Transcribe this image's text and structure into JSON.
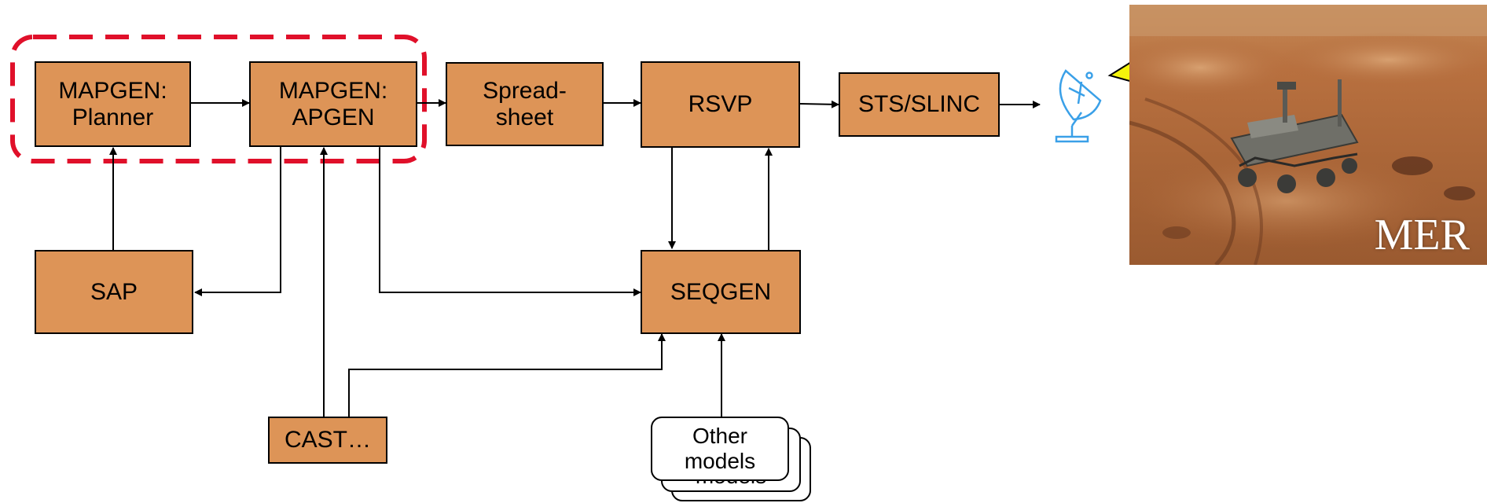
{
  "nodes": {
    "mapgen_planner": "MAPGEN:\nPlanner",
    "mapgen_apgen": "MAPGEN:\nAPGEN",
    "spreadsheet": "Spread-\nsheet",
    "rsvp": "RSVP",
    "sts_slinc": "STS/SLINC",
    "sap": "SAP",
    "seqgen": "SEQGEN",
    "cast": "CAST…",
    "other_models": "Other\nmodels",
    "other_models_back": "models"
  },
  "photo": {
    "label": "MER"
  },
  "colors": {
    "box_fill": "#dd9457",
    "highlight_dash": "#e0102a",
    "lightning": "#f4f40c",
    "antenna": "#3aa0e8"
  },
  "icons": [
    "satellite-dish-icon",
    "lightning-bolt-icon"
  ]
}
